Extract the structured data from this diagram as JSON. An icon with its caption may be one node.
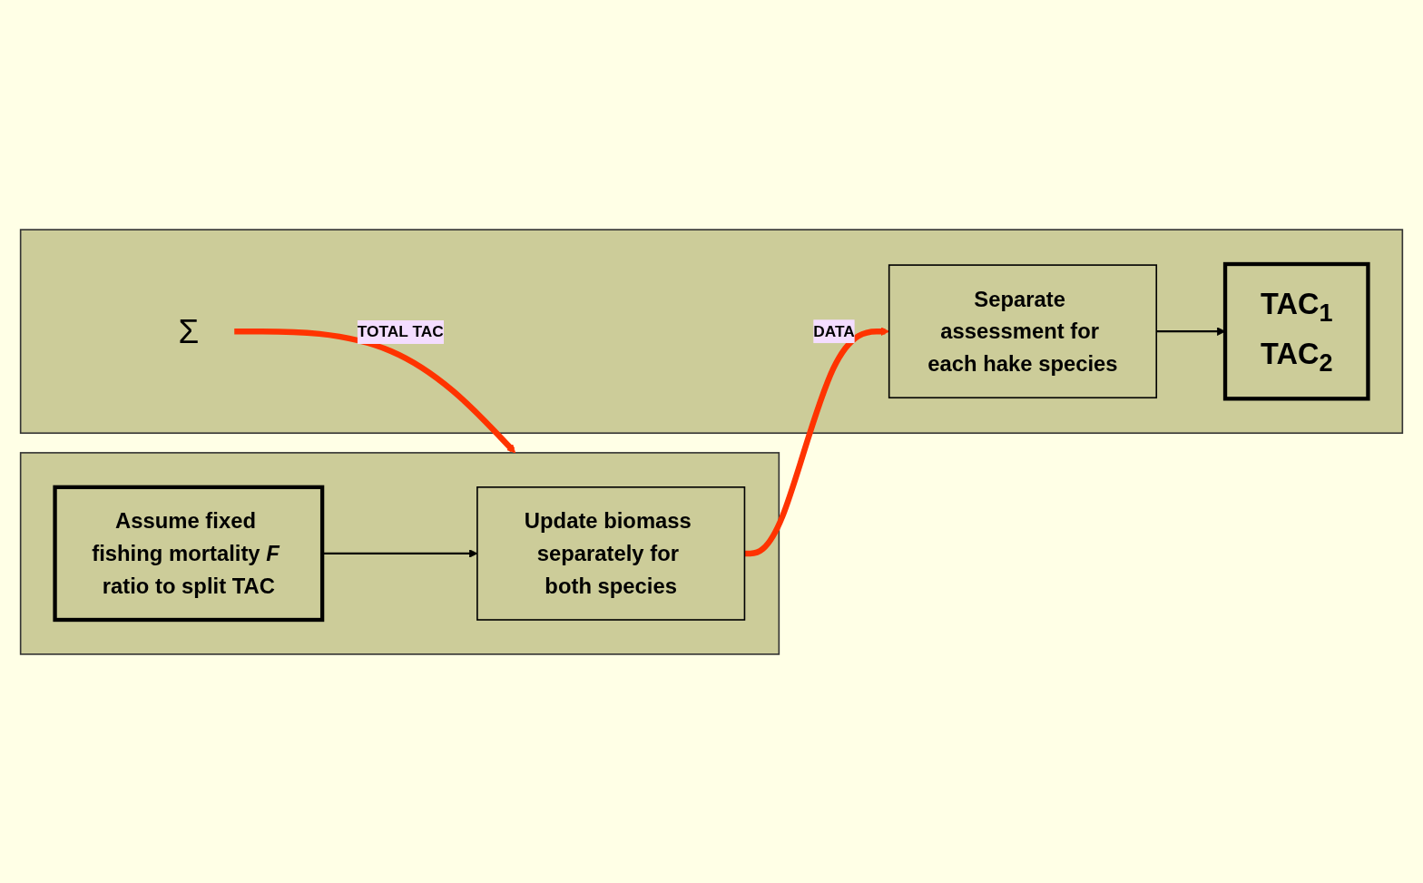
{
  "diagram": {
    "nodes": [
      {
        "text": [],
        "shape": "box"
      },
      {
        "text": [
          "Update biomass separately for both species"
        ],
        "in": 0
      },
      {
        "text": [
          "Assume fixed fishing mortality *F* ratio to split TAC"
        ],
        "in": 0
      },
      {
        "text": [],
        "shape": "box"
      },
      {
        "text": [
          "Separate assessment for each hake species"
        ],
        "in": 3
      },
      {
        "text": [
          "TAC$_{1}$",
          "TAC$_{2}$"
        ],
        "in": 3
      },
      {
        "text": [
          "Σ"
        ],
        "in": 3
      }
    ],
    "edges": [
      {
        "from": 1,
        "to": 4,
        "arrow": "to",
        "label": "DATA",
        "style": "thick",
        "color": "#ff3300"
      },
      {
        "from": 2,
        "to": 1,
        "arrow": "to",
        "color": "#000000"
      },
      {
        "from": 4,
        "to": 5,
        "arrow": "to",
        "color": "#000000"
      },
      {
        "from": 6,
        "to": 0,
        "arrow": "to",
        "label": "TOTAL TAC",
        "style": "thick",
        "color": "#ff3300"
      }
    ]
  }
}
